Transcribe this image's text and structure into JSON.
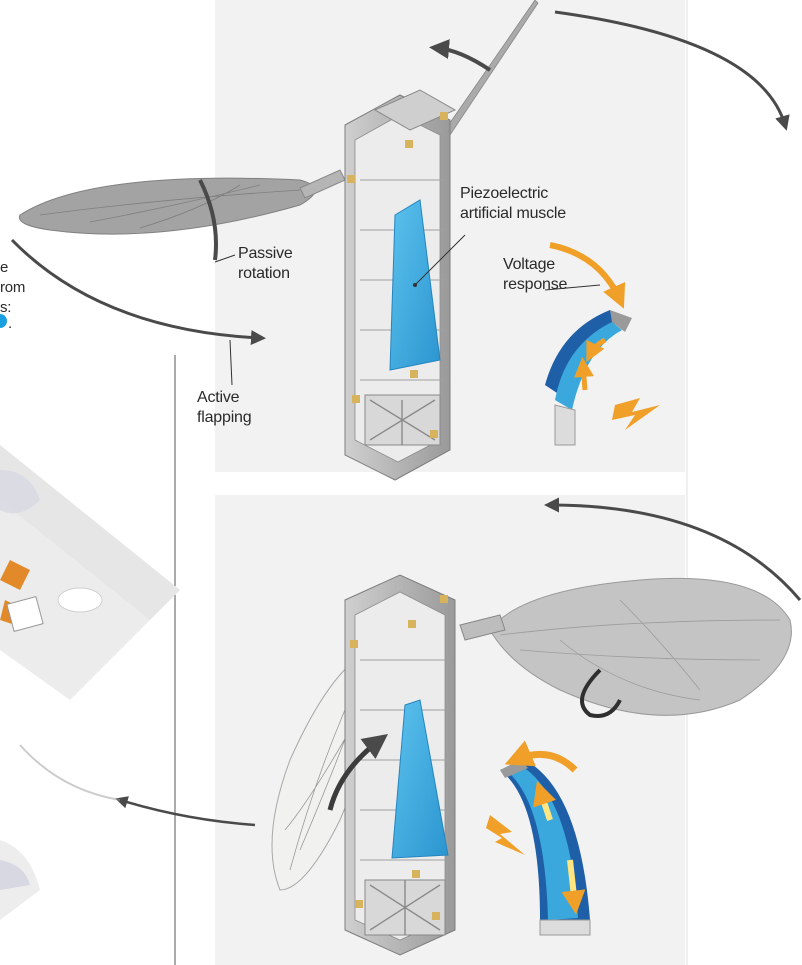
{
  "labels": {
    "passive_rotation": [
      "Passive",
      "rotation"
    ],
    "active_flapping": [
      "Active",
      "flapping"
    ],
    "piezo_muscle": [
      "Piezoelectric",
      "artificial muscle"
    ],
    "voltage_response": [
      "Voltage",
      "response"
    ],
    "partial_caption": [
      "e",
      "rom",
      "s:",
      "."
    ]
  },
  "colors": {
    "muscle_blue": "#3aa8dc",
    "muscle_dark_blue": "#1f5fa8",
    "arrow_orange": "#f0a028",
    "frame_gray": "#b9b9b9",
    "wing_dark": "#9c9c9c",
    "wing_light": "#d8d8d8",
    "arrow_dark": "#4a4a4a",
    "accent_blue": "#1aa0e0"
  },
  "icons": {
    "bolt": "lightning-bolt-icon",
    "curved_arrow": "curved-arrow-icon"
  }
}
